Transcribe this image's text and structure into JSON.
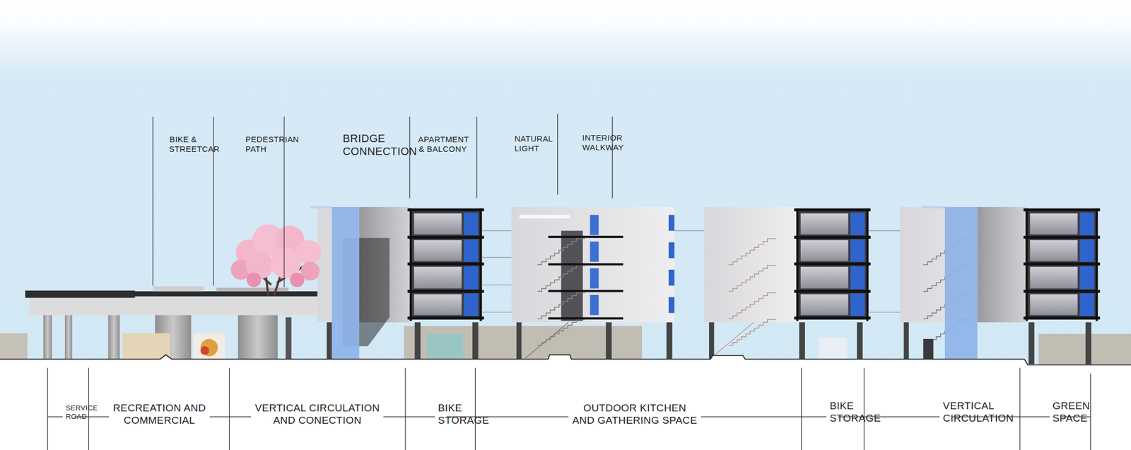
{
  "diagram": {
    "labels": [
      "BIKE & STREETCAR",
      "PEDESTRIAN PATH",
      "BRIDGE CONNECTION",
      "APARTMENT & BALCONY",
      "NATURAL LIGHT",
      "INTERIOR WALKWAY",
      "SERVICE ROAD",
      "RECREATION AND COMMERCIAL",
      "VERTICAL CIRCULATION AND CONECTION",
      "BIKE STORAGE",
      "OUTDOOR KITCHEN AND GATHERING SPACE",
      "BIKE STORAGE",
      "VERTICAL CIRCULATION",
      "GREEN SPACE"
    ]
  }
}
